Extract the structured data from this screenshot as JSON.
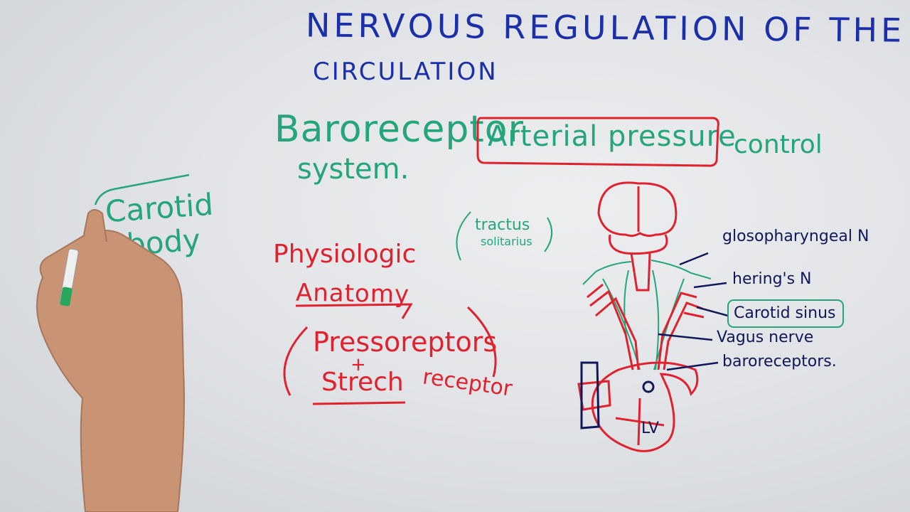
{
  "heading": {
    "line1": "NERVOUS REGULATION OF THE",
    "line2": "CIRCULATION"
  },
  "subheading": {
    "word1": "Baroreceptor",
    "boxed": "Arterial pressure",
    "word3": "control",
    "word4": "system."
  },
  "side_note": {
    "carotid": "Carotid",
    "body": "body"
  },
  "tractus": {
    "line1": "tractus",
    "line2": "solitarius"
  },
  "anatomy": {
    "line1": "Physiologic",
    "line2": "Anatomy",
    "presso": "Pressoreptors",
    "plus": "+",
    "strech": "Strech",
    "receptor": "receptor"
  },
  "diagram_labels": {
    "glossopharyngeal": "glosopharyngeal N",
    "herings": "hering's N",
    "carotid_sinus": "Carotid sinus",
    "vagus": "Vagus nerve",
    "baroreceptors": "baroreceptors.",
    "lv": "LV"
  },
  "colors": {
    "blue_marker": "#1a2fa8",
    "navy_marker": "#10185a",
    "green_marker": "#24a57b",
    "red_marker": "#e0222f",
    "board": "#e6e8eb"
  }
}
